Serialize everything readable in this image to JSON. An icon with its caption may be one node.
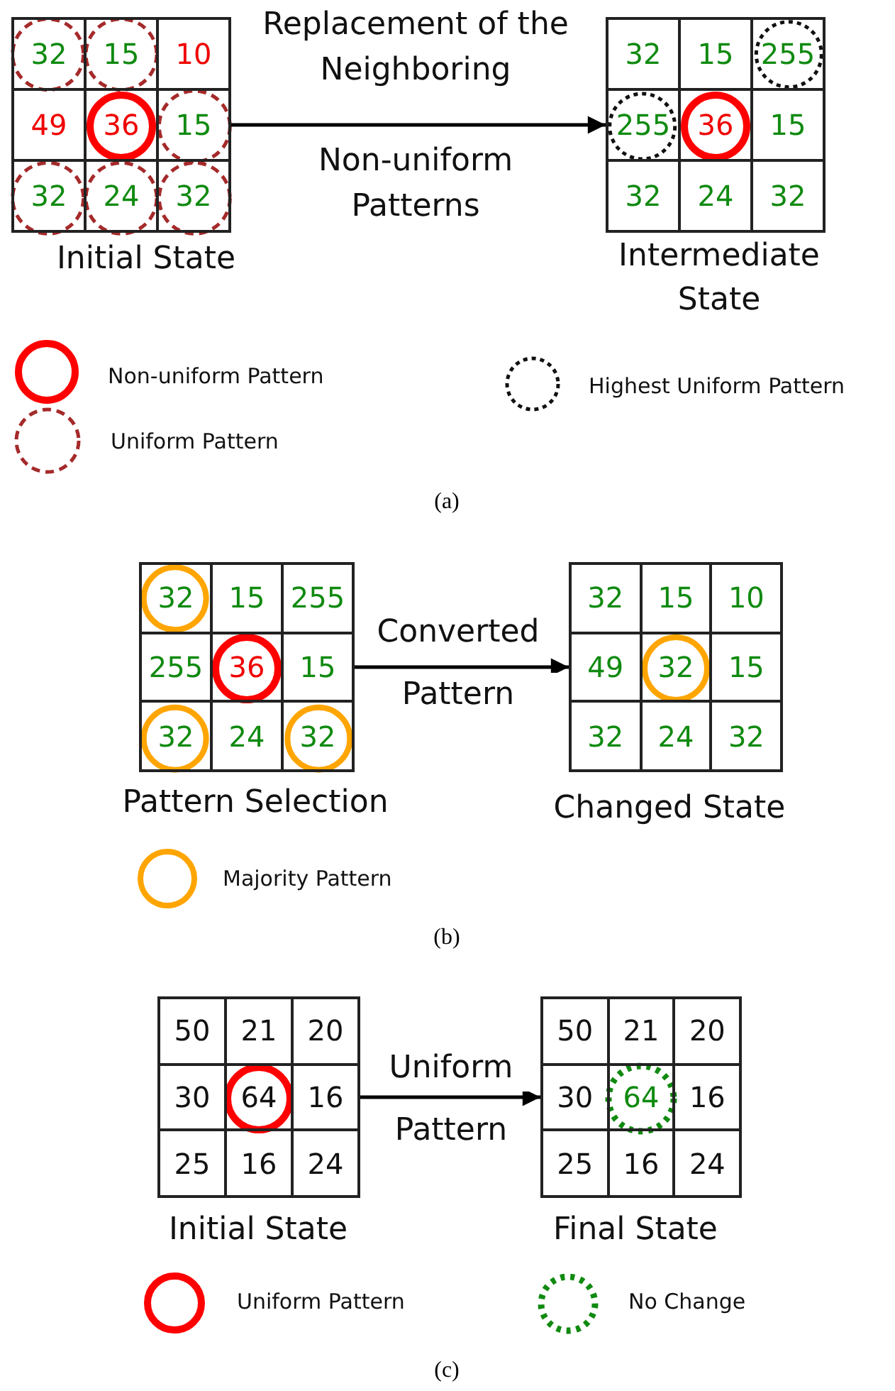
{
  "diagram": {
    "nodes": [
      {
        "text": [
          "32",
          "15",
          "10",
          "49",
          "36",
          "15",
          "32",
          "24",
          "32"
        ],
        "beside": [
          "Initial State"
        ]
      },
      {
        "text": [
          "32",
          "15",
          "255",
          "255",
          "36",
          "15",
          "32",
          "24",
          "32"
        ],
        "beside": [
          "Intermediate State"
        ]
      },
      {
        "text": [
          "32",
          "15",
          "255",
          "255",
          "36",
          "15",
          "32",
          "24",
          "32"
        ],
        "beside": [
          "Pattern Selection"
        ]
      },
      {
        "text": [
          "32",
          "15",
          "10",
          "49",
          "32",
          "15",
          "32",
          "24",
          "32"
        ],
        "beside": [
          "Changed State"
        ]
      },
      {
        "text": [
          "50",
          "21",
          "20",
          "30",
          "64",
          "16",
          "25",
          "16",
          "24"
        ],
        "beside": [
          "Initial State"
        ]
      },
      {
        "text": [
          "50",
          "21",
          "20",
          "30",
          "64",
          "16",
          "25",
          "16",
          "24"
        ],
        "beside": [
          "Final State"
        ]
      }
    ],
    "edges": [
      {
        "from": 0,
        "to": 1,
        "arrow": "to",
        "label": "Replacement of the Neighboring"
      },
      {
        "from": 2,
        "to": 3,
        "arrow": "to",
        "label": "Converted"
      },
      {
        "from": 4,
        "to": 5,
        "arrow": "to",
        "label": "Uniform"
      }
    ],
    "labels": [
      "Non-uniform Patterns",
      "(a)",
      "Pattern",
      "(b)",
      "Pattern",
      "(c)"
    ],
    "legend": [
      {
        "text": "Non-uniform Pattern"
      },
      {
        "text": "Highest Uniform Pattern"
      },
      {
        "text": "Uniform Pattern"
      },
      {
        "text": "Majority Pattern"
      },
      {
        "text": "Uniform Pattern"
      },
      {
        "text": "No Change"
      }
    ]
  }
}
